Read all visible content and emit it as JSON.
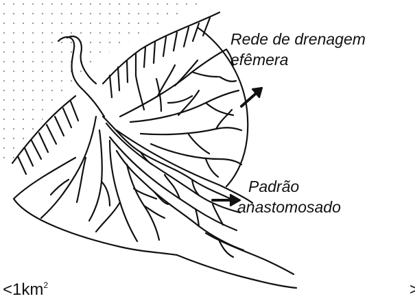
{
  "labels": {
    "ephemeral_line1": "Rede de drenagem",
    "ephemeral_line2": "efêmera",
    "anastomosing_line1": "Padrão",
    "anastomosing_line2": "anastomosado"
  },
  "scale": {
    "left_prefix": "<1km",
    "left_exponent": "2",
    "right_prefix": ">"
  },
  "colors": {
    "ink": "#111111",
    "dots": "#9a9a9a",
    "background": "#ffffff"
  }
}
